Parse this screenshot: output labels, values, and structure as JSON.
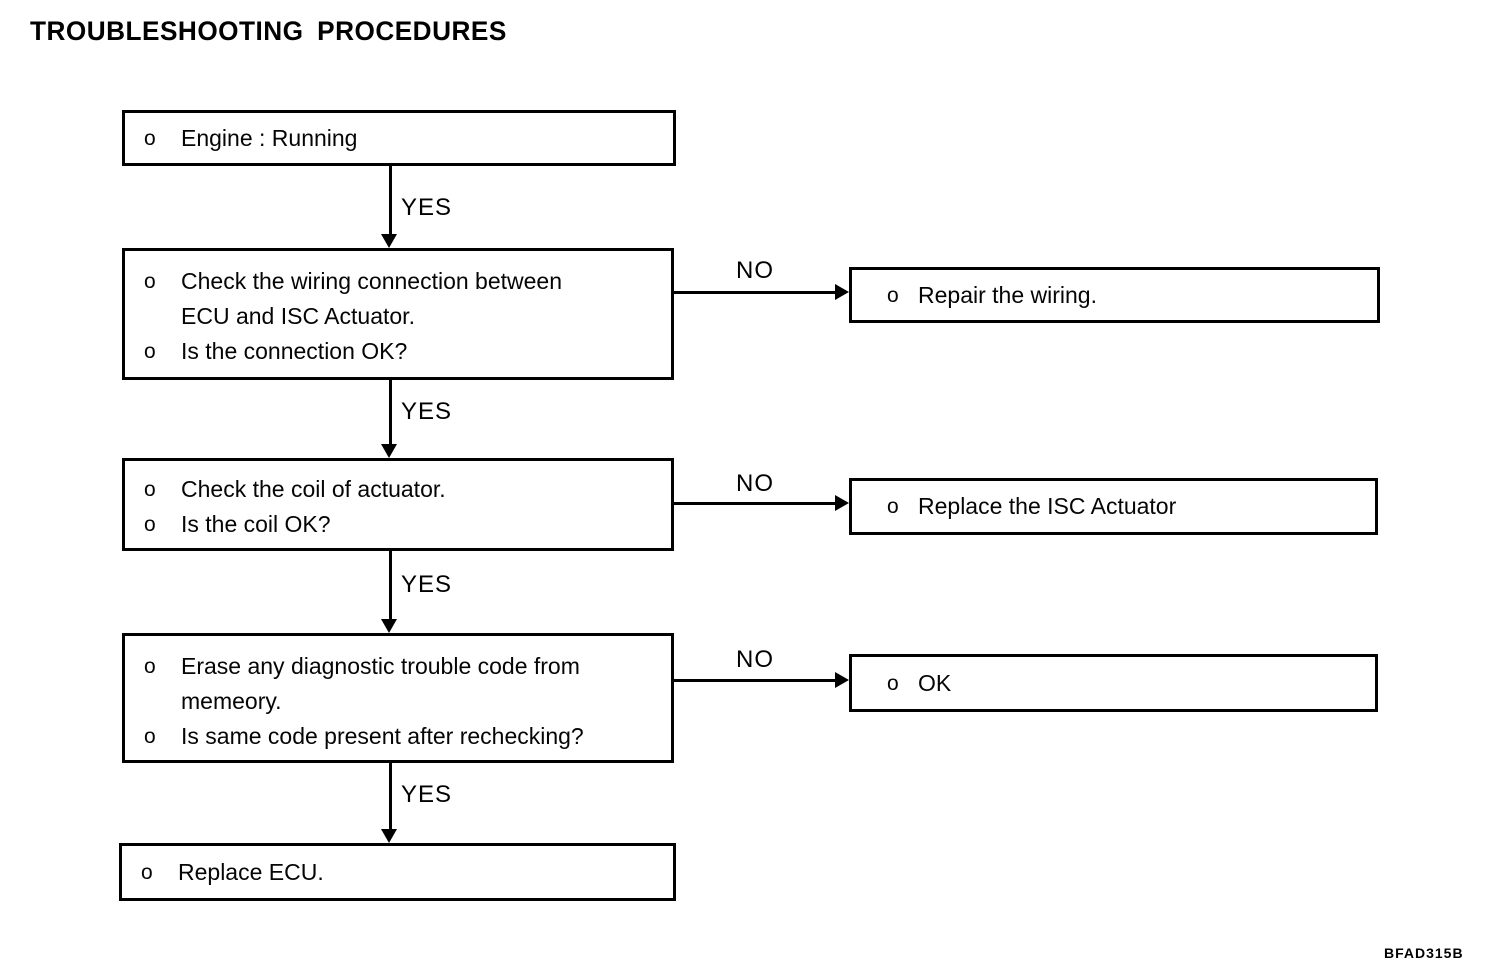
{
  "title": "TROUBLESHOOTING PROCEDURES",
  "figure_code": "BFAD315B",
  "connector_labels": {
    "yes": "YES",
    "no": "NO"
  },
  "steps": [
    {
      "lines": [
        {
          "bullet": "o",
          "text": "Engine : Running"
        }
      ]
    },
    {
      "lines": [
        {
          "bullet": "o",
          "text": "Check the wiring connection between"
        },
        {
          "bullet": "",
          "text": "ECU and ISC Actuator."
        },
        {
          "bullet": "o",
          "text": "Is the connection OK?"
        }
      ],
      "no_result": {
        "bullet": "o",
        "text": "Repair the wiring."
      }
    },
    {
      "lines": [
        {
          "bullet": "o",
          "text": "Check the coil of actuator."
        },
        {
          "bullet": "o",
          "text": "Is the coil OK?"
        }
      ],
      "no_result": {
        "bullet": "o",
        "text": "Replace the ISC Actuator"
      }
    },
    {
      "lines": [
        {
          "bullet": "o",
          "text": "Erase any diagnostic trouble code from"
        },
        {
          "bullet": "",
          "text": "memeory."
        },
        {
          "bullet": "o",
          "text": "Is same code present after rechecking?"
        }
      ],
      "no_result": {
        "bullet": "o",
        "text": "OK"
      }
    },
    {
      "lines": [
        {
          "bullet": "o",
          "text": "Replace ECU."
        }
      ]
    }
  ]
}
